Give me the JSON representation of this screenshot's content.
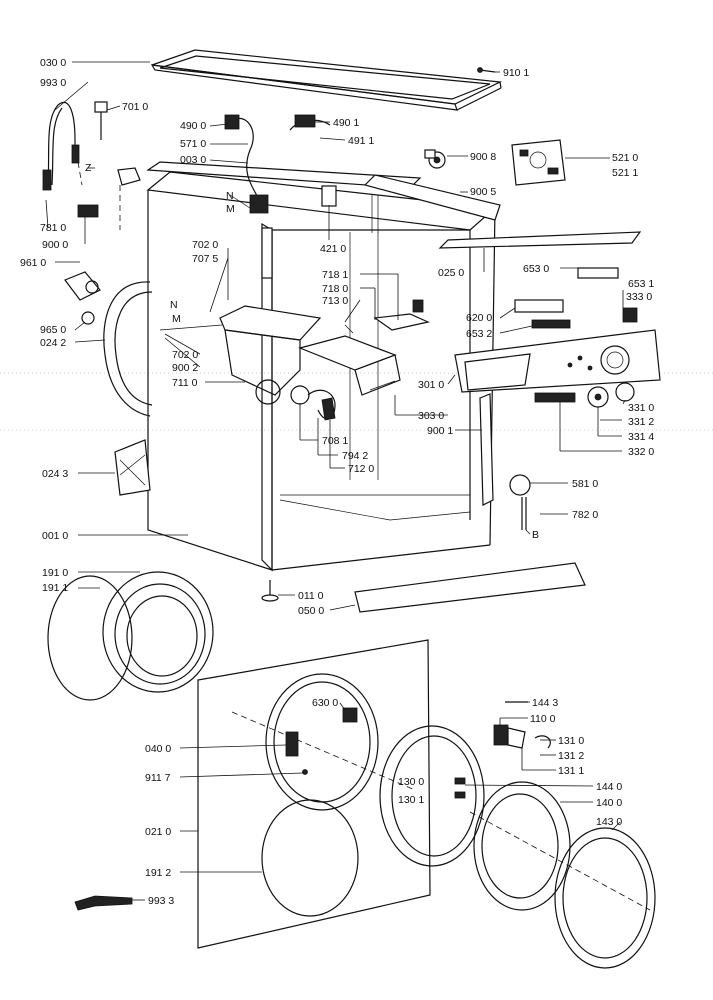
{
  "labels": {
    "l0300": "030 0",
    "l9930": "993 0",
    "l7010": "701 0",
    "l4900": "490 0",
    "l5710": "571 0",
    "l0030": "003 0",
    "l4901": "490 1",
    "l4911": "491 1",
    "l9101": "910 1",
    "l9008": "900 8",
    "l5210": "521 0",
    "l5211": "521 1",
    "l9005": "900 5",
    "lZ": "Z",
    "l7810": "781 0",
    "l9000": "900 0",
    "l4210": "421 0",
    "l0250": "025 0",
    "l6530": "653 0",
    "l6531": "653 1",
    "l3330": "333 0",
    "l9610": "961 0",
    "l7020": "702 0",
    "l7075": "707 5",
    "l7181": "718 1",
    "l7180": "718 0",
    "l7130": "713 0",
    "lN1": "N",
    "lM1": "M",
    "lN2": "N",
    "lM2": "M",
    "l6200": "620 0",
    "l6532": "653 2",
    "l9650": "965 0",
    "l0242": "024 2",
    "l7020b": "702 0",
    "l9002": "900 2",
    "l7110": "711 0",
    "l3010": "301 0",
    "l3030": "303 0",
    "l9001": "900 1",
    "l3310": "331 0",
    "l3312": "331 2",
    "l3314": "331 4",
    "l3320": "332 0",
    "l7081": "708 1",
    "l7942": "794 2",
    "l7120": "712 0",
    "l0243": "024 3",
    "l5810": "581 0",
    "l7820": "782 0",
    "lB": "B",
    "l0010": "001 0",
    "l1910": "191 0",
    "l1911": "191 1",
    "l0110": "011 0",
    "l0500": "050 0",
    "l6300": "630 0",
    "l1443": "144 3",
    "l1100": "110 0",
    "l1310": "131 0",
    "l1312": "131 2",
    "l1311": "131 1",
    "l0400": "040 0",
    "l9117": "911 7",
    "l1300": "130 0",
    "l1301": "130 1",
    "l1440": "144 0",
    "l1400": "140 0",
    "l1430": "143 0",
    "l0210": "021 0",
    "l1912": "191 2",
    "l9933": "993 3"
  }
}
